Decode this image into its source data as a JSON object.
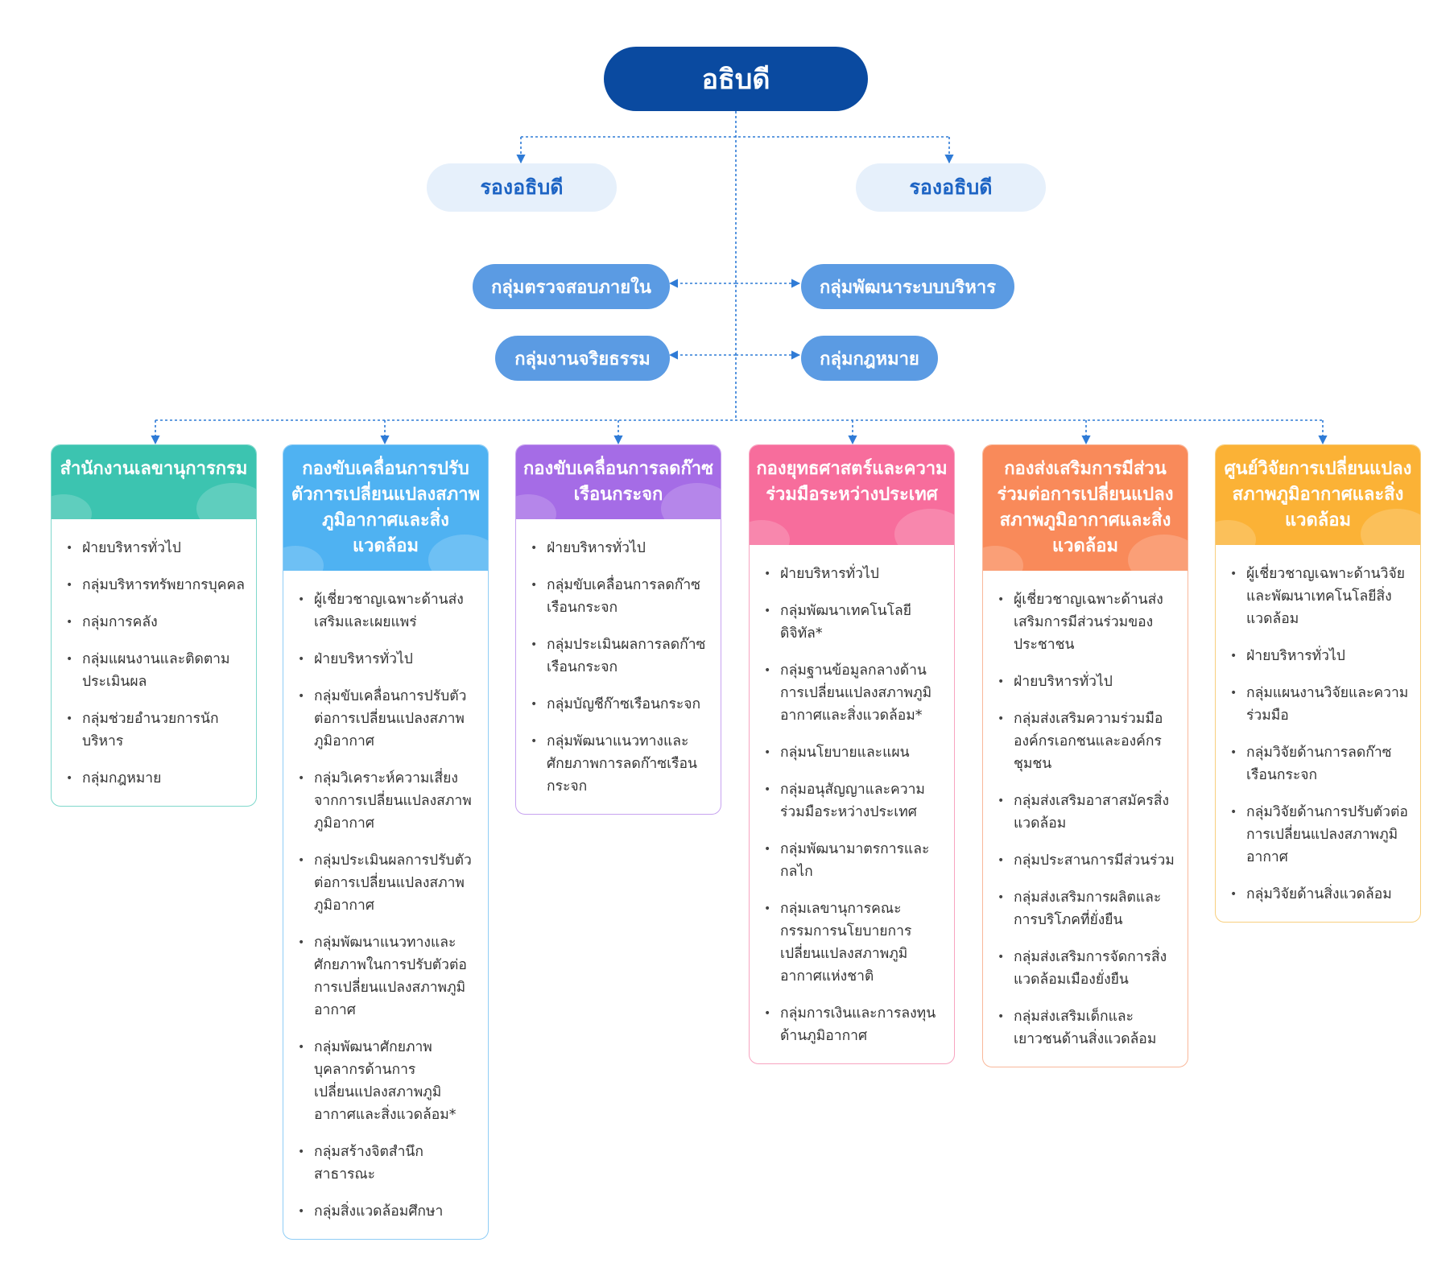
{
  "chief": "อธิบดี",
  "deputies": [
    "รองอธิบดี",
    "รองอธิบดี"
  ],
  "staff_groups_left": [
    "กลุ่มตรวจสอบภายใน",
    "กลุ่มงานจริยธรรม"
  ],
  "staff_groups_right": [
    "กลุ่มพัฒนาระบบบริหาร",
    "กลุ่มกฎหมาย"
  ],
  "departments": [
    {
      "title": "สำนักงานเลขานุการกรม",
      "color": "#3cc4b0",
      "border": "#7fd8cc",
      "items": [
        "ฝ่ายบริหารทั่วไป",
        "กลุ่มบริหารทรัพยากรบุคคล",
        "กลุ่มการคลัง",
        "กลุ่มแผนงานและติดตามประเมินผล",
        "กลุ่มช่วยอำนวยการนักบริหาร",
        "กลุ่มกฎหมาย"
      ]
    },
    {
      "title": "กองขับเคลื่อนการปรับตัวการเปลี่ยนแปลงสภาพภูมิอากาศและสิ่งแวดล้อม",
      "color": "#4fb2f2",
      "border": "#8fcdf6",
      "items": [
        "ผู้เชี่ยวชาญเฉพาะด้านส่งเสริมและเผยแพร่",
        "ฝ่ายบริหารทั่วไป",
        "กลุ่มขับเคลื่อนการปรับตัวต่อการเปลี่ยนแปลงสภาพภูมิอากาศ",
        "กลุ่มวิเคราะห์ความเสี่ยงจากการเปลี่ยนแปลงสภาพภูมิอากาศ",
        "กลุ่มประเมินผลการปรับตัวต่อการเปลี่ยนแปลงสภาพภูมิอากาศ",
        "กลุ่มพัฒนาแนวทางและศักยภาพในการปรับตัวต่อการเปลี่ยนแปลงสภาพภูมิอากาศ",
        "กลุ่มพัฒนาศักยภาพบุคลากรด้านการเปลี่ยนแปลงสภาพภูมิอากาศและสิ่งแวดล้อม*",
        "กลุ่มสร้างจิตสำนึกสาธารณะ",
        "กลุ่มสิ่งแวดล้อมศึกษา"
      ]
    },
    {
      "title": "กองขับเคลื่อนการลดก๊าซเรือนกระจก",
      "color": "#a56ce6",
      "border": "#c7a3f0",
      "items": [
        "ฝ่ายบริหารทั่วไป",
        "กลุ่มขับเคลื่อนการลดก๊าซเรือนกระจก",
        "กลุ่มประเมินผลการลดก๊าซเรือนกระจก",
        "กลุ่มบัญชีก๊าซเรือนกระจก",
        "กลุ่มพัฒนาแนวทางและศักยภาพการลดก๊าซเรือนกระจก"
      ]
    },
    {
      "title": "กองยุทธศาสตร์และความร่วมมือระหว่างประเทศ",
      "color": "#f76d9c",
      "border": "#f7a4c0",
      "items": [
        "ฝ่ายบริหารทั่วไป",
        "กลุ่มพัฒนาเทคโนโลยีดิจิทัล*",
        "กลุ่มฐานข้อมูลกลางด้านการเปลี่ยนแปลงสภาพภูมิอากาศและสิ่งแวดล้อม*",
        "กลุ่มนโยบายและแผน",
        "กลุ่มอนุสัญญาและความร่วมมือระหว่างประเทศ",
        "กลุ่มพัฒนามาตรการและกลไก",
        "กลุ่มเลขานุการคณะกรรมการนโยบายการเปลี่ยนแปลงสภาพภูมิอากาศแห่งชาติ",
        "กลุ่มการเงินและการลงทุนด้านภูมิอากาศ"
      ]
    },
    {
      "title": "กองส่งเสริมการมีส่วนร่วมต่อการเปลี่ยนแปลงสภาพภูมิอากาศและสิ่งแวดล้อม",
      "color": "#f98a5a",
      "border": "#f9b89a",
      "items": [
        "ผู้เชี่ยวชาญเฉพาะด้านส่งเสริมการมีส่วนร่วมของประชาชน",
        "ฝ่ายบริหารทั่วไป",
        "กลุ่มส่งเสริมความร่วมมือองค์กรเอกชนและองค์กรชุมชน",
        "กลุ่มส่งเสริมอาสาสมัครสิ่งแวดล้อม",
        "กลุ่มประสานการมีส่วนร่วม",
        "กลุ่มส่งเสริมการผลิตและการบริโภคที่ยั่งยืน",
        "กลุ่มส่งเสริมการจัดการสิ่งแวดล้อมเมืองยั่งยืน",
        "กลุ่มส่งเสริมเด็กและเยาวชนด้านสิ่งแวดล้อม"
      ]
    },
    {
      "title": "ศูนย์วิจัยการเปลี่ยนแปลงสภาพภูมิอากาศและสิ่งแวดล้อม",
      "color": "#fbb236",
      "border": "#f8cf7e",
      "items": [
        "ผู้เชี่ยวชาญเฉพาะด้านวิจัยและพัฒนาเทคโนโลยีสิ่งแวดล้อม",
        "ฝ่ายบริหารทั่วไป",
        "กลุ่มแผนงานวิจัยและความร่วมมือ",
        "กลุ่มวิจัยด้านการลดก๊าซเรือนกระจก",
        "กลุ่มวิจัยด้านการปรับตัวต่อการเปลี่ยนแปลงสภาพภูมิอากาศ",
        "กลุ่มวิจัยด้านสิ่งแวดล้อม"
      ]
    }
  ]
}
